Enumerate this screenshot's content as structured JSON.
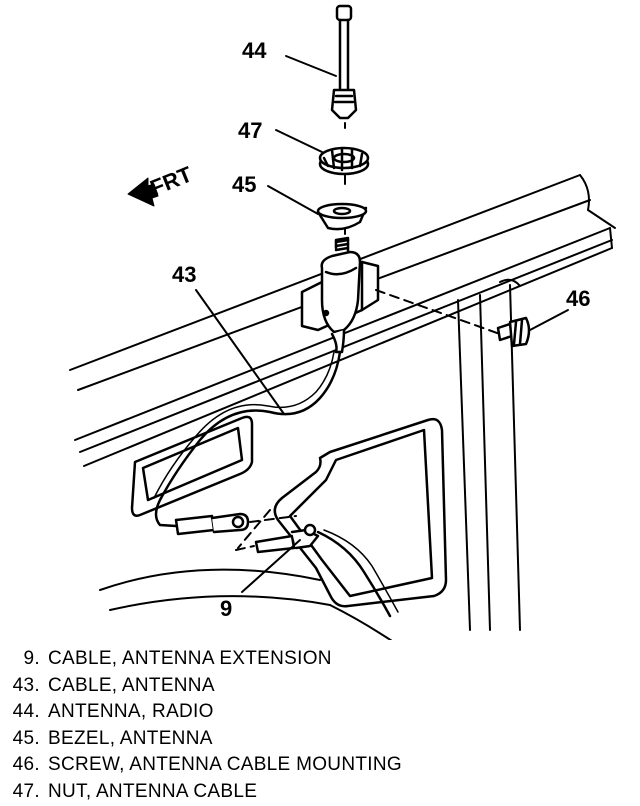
{
  "direction_label": "FRT",
  "callouts": {
    "c44": "44",
    "c47": "47",
    "c45": "45",
    "c43": "43",
    "c46": "46",
    "c9": "9"
  },
  "legend": [
    {
      "number": "9.",
      "description": "CABLE, ANTENNA EXTENSION"
    },
    {
      "number": "43.",
      "description": "CABLE, ANTENNA"
    },
    {
      "number": "44.",
      "description": "ANTENNA, RADIO"
    },
    {
      "number": "45.",
      "description": "BEZEL, ANTENNA"
    },
    {
      "number": "46.",
      "description": "SCREW, ANTENNA CABLE MOUNTING"
    },
    {
      "number": "47.",
      "description": "NUT, ANTENNA CABLE"
    }
  ]
}
